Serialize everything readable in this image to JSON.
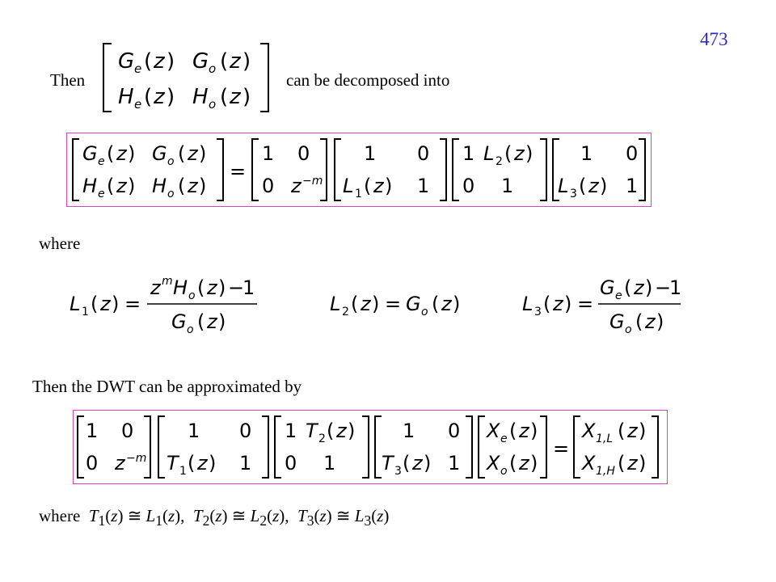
{
  "page_number": "473",
  "line1": {
    "then": "Then",
    "tail": "can be decomposed into"
  },
  "where1": "where",
  "line_dwt": "Then the DWT can be approximated by",
  "where2": {
    "word": "where",
    "T": "T",
    "L": "L",
    "z": "z",
    "i1": "1",
    "i2": "2",
    "i3": "3",
    "approx": "≅",
    "comma": ","
  },
  "sym": {
    "G": "G",
    "H": "H",
    "L": "L",
    "T": "T",
    "X": "X",
    "z": "z",
    "e": "e",
    "o": "o",
    "m": "m",
    "i1": "1",
    "i2": "2",
    "i3": "3",
    "one": "1",
    "zero": "0",
    "minus": "−",
    "eq": "=",
    "lp": "(",
    "rp": ")",
    "neg_m": "−m",
    "sub1L": "1,L",
    "sub1H": "1,H"
  },
  "colors": {
    "box_border": "#e040c0",
    "page_number": "#2b2bd0"
  }
}
